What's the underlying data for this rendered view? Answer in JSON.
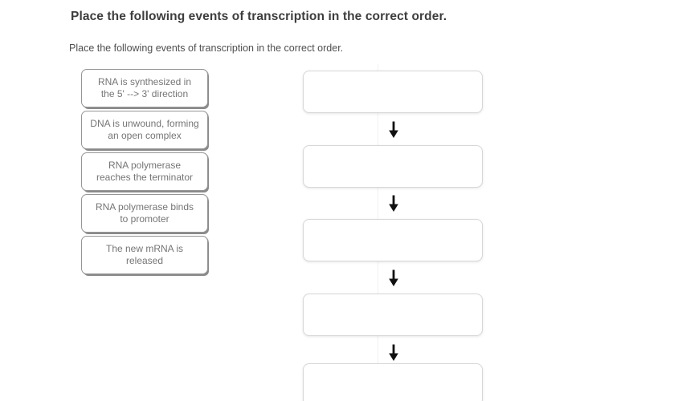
{
  "page": {
    "title": "Place the following events of transcription in the correct order.",
    "instruction": "Place the following events of transcription in the correct order."
  },
  "tiles": [
    "RNA is synthesized in\nthe 5' --> 3' direction",
    "DNA is unwound, forming\nan open complex",
    "RNA polymerase\nreaches the terminator",
    "RNA polymerase binds\nto promoter",
    "The new mRNA is\nreleased"
  ],
  "sequence": {
    "slot_count": 5,
    "arrow_count": 4,
    "slots_empty": true
  },
  "icons": {
    "between_slots": "down-arrow-icon"
  },
  "colors": {
    "background": "#ffffff",
    "title_text": "#3d3d3d",
    "instruction_text": "#4f4f4f",
    "tile_text": "#757575",
    "tile_border": "#969696",
    "tile_shadow": "#8a8a8a",
    "slot_border": "#d7d7d7",
    "arrow": "#111111",
    "column_divider": "#f0f0f0"
  }
}
